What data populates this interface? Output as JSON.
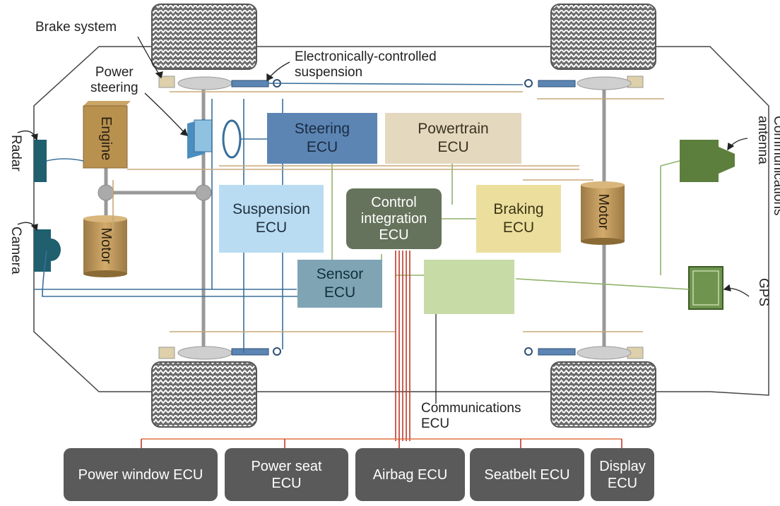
{
  "labels": {
    "brake_system": "Brake system",
    "electronic_suspension": "Electronically-controlled\nsuspension",
    "power_steering": "Power\nsteering",
    "radar": "Radar",
    "camera": "Camera",
    "comm_antenna": "Communications\nantenna",
    "gps": "GPS",
    "communications_ecu": "Communications\nECU"
  },
  "components": {
    "engine": "Engine",
    "motor_left": "Motor",
    "motor_right": "Motor"
  },
  "ecus": {
    "steering": "Steering\nECU",
    "powertrain": "Powertrain\nECU",
    "suspension": "Suspension\nECU",
    "control_integration": "Control\nintegration\nECU",
    "braking": "Braking\nECU",
    "sensor": "Sensor\nECU"
  },
  "bottom_ecus": [
    {
      "label": "Power window ECU"
    },
    {
      "label": "Power seat\nECU"
    },
    {
      "label": "Airbag ECU"
    },
    {
      "label": "Seatbelt ECU"
    },
    {
      "label": "Display\nECU"
    }
  ],
  "colors": {
    "steering_ecu": "#5c85b4",
    "powertrain_ecu": "#e4d8bf",
    "suspension_ecu": "#b9dcf2",
    "control_ecu": "#66735c",
    "braking_ecu": "#ecdf9e",
    "sensor_ecu": "#7fa5b5",
    "communications_ecu": "#c6dba5",
    "bottom_ecu": "#5a5a5a",
    "wire_blue": "#3a6f9a",
    "wire_tan": "#c8a878",
    "wire_red": "#c0392b",
    "wire_green": "#8fb36a"
  }
}
